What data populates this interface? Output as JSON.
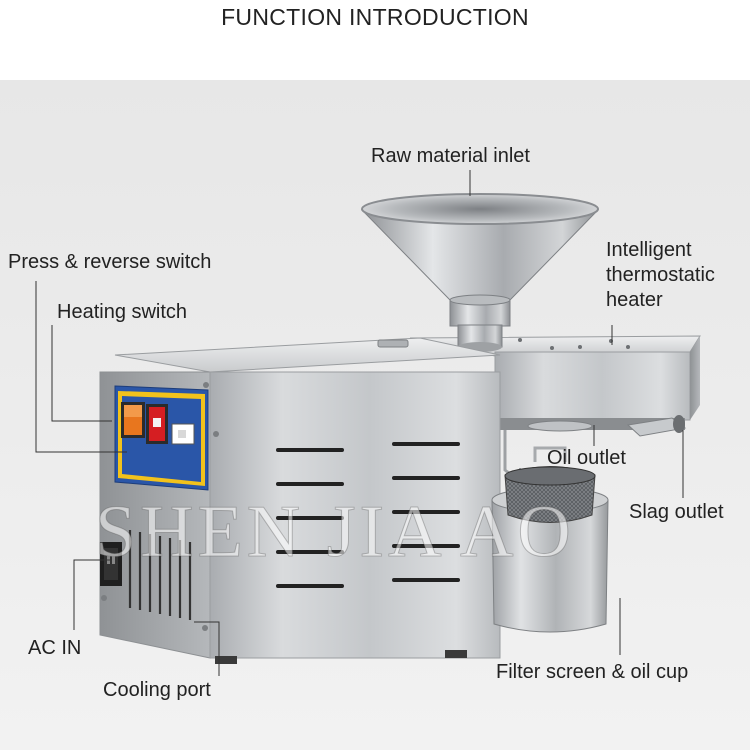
{
  "title": "FUNCTION INTRODUCTION",
  "watermark": "SHEN JIA AO",
  "labels": {
    "raw_material_inlet": "Raw material inlet",
    "press_reverse_switch": "Press & reverse switch",
    "heating_switch": "Heating switch",
    "thermostatic_heater": "Intelligent thermostatic heater",
    "oil_outlet": "Oil outlet",
    "slag_outlet": "Slag outlet",
    "ac_in": "AC IN",
    "cooling_port": "Cooling port",
    "filter_screen": "Filter screen & oil cup"
  },
  "colors": {
    "panel_blue": "#2a56a8",
    "panel_yellow": "#f2c21c",
    "switch_orange": "#e8761e",
    "switch_red": "#d51e22"
  }
}
